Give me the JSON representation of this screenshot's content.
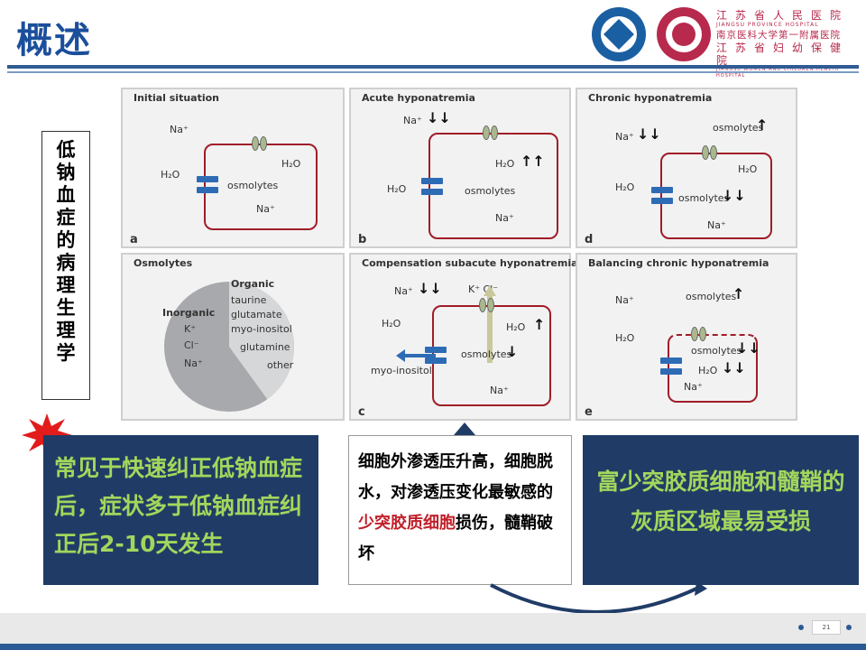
{
  "header": {
    "title": "概述",
    "hospital": {
      "line1": "江苏省人民医院",
      "line2": "JIANGSU PROVINCE HOSPITAL",
      "line3": "南京医科大学第一附属医院",
      "line4": "江苏省妇幼保健院",
      "line5": "JIANGSU WOMEN AND CHILDREN HEALTH HOSPITAL"
    }
  },
  "side_label": "低钠血症的病理生理学",
  "figure": {
    "panel_a": {
      "title": "Initial situation",
      "label": "a",
      "na": "Na⁺",
      "h2o_left": "H₂O",
      "h2o_right": "H₂O",
      "osmolytes": "osmolytes",
      "na_inside": "Na⁺"
    },
    "panel_b": {
      "title": "Acute hyponatremia",
      "label": "b",
      "na": "Na⁺",
      "h2o_inside": "H₂O",
      "h2o_left": "H₂O",
      "osmolytes": "osmolytes",
      "na_inside": "Na⁺"
    },
    "panel_d": {
      "title": "Chronic hyponatremia",
      "label": "d",
      "na": "Na⁺",
      "osmolytes_out": "osmolytes",
      "h2o_inside": "H₂O",
      "h2o_left": "H₂O",
      "osmolytes": "osmolytes",
      "na_inside": "Na⁺"
    },
    "panel_osm": {
      "title": "Osmolytes",
      "organic_title": "Organic",
      "organic_items": [
        "taurine",
        "glutamate",
        "myo-inositol",
        "glutamine",
        "other"
      ],
      "inorganic_title": "Inorganic",
      "inorganic_items": [
        "K⁺",
        "Cl⁻",
        "Na⁺"
      ],
      "organic_fraction": 0.4
    },
    "panel_c": {
      "title": "Compensation subacute hyponatremia",
      "label": "c",
      "na": "Na⁺",
      "k_cl": "K⁺   Cl⁻",
      "h2o_left": "H₂O",
      "h2o_inside": "H₂O",
      "myo": "myo-inositol",
      "osmolytes": "osmolytes",
      "na_inside": "Na⁺"
    },
    "panel_e": {
      "title": "Balancing chronic hyponatremia",
      "label": "e",
      "na": "Na⁺",
      "osmolytes_out": "osmolytes",
      "h2o_left": "H₂O",
      "osmolytes": "osmolytes",
      "h2o_inside": "H₂O",
      "na_inside": "Na⁺"
    }
  },
  "boxes": {
    "left": "常见于快速纠正低钠血症后，症状多于低钠血症纠正后2-10天发生",
    "mid_part1": "细胞外渗透压升高，细胞脱水，对渗透压变化最敏感的",
    "mid_red": "少突胶质细胞",
    "mid_part2": "损伤，髓鞘破坏",
    "right": "富少突胶质细胞和髓鞘的灰质区域最易受损"
  },
  "footer": {
    "page": "21"
  },
  "colors": {
    "title_blue": "#1b4f9c",
    "box_navy": "#203c66",
    "box_text_green": "#a3d65c",
    "cell_red": "#a01d28",
    "highlight_red": "#c0202a"
  }
}
